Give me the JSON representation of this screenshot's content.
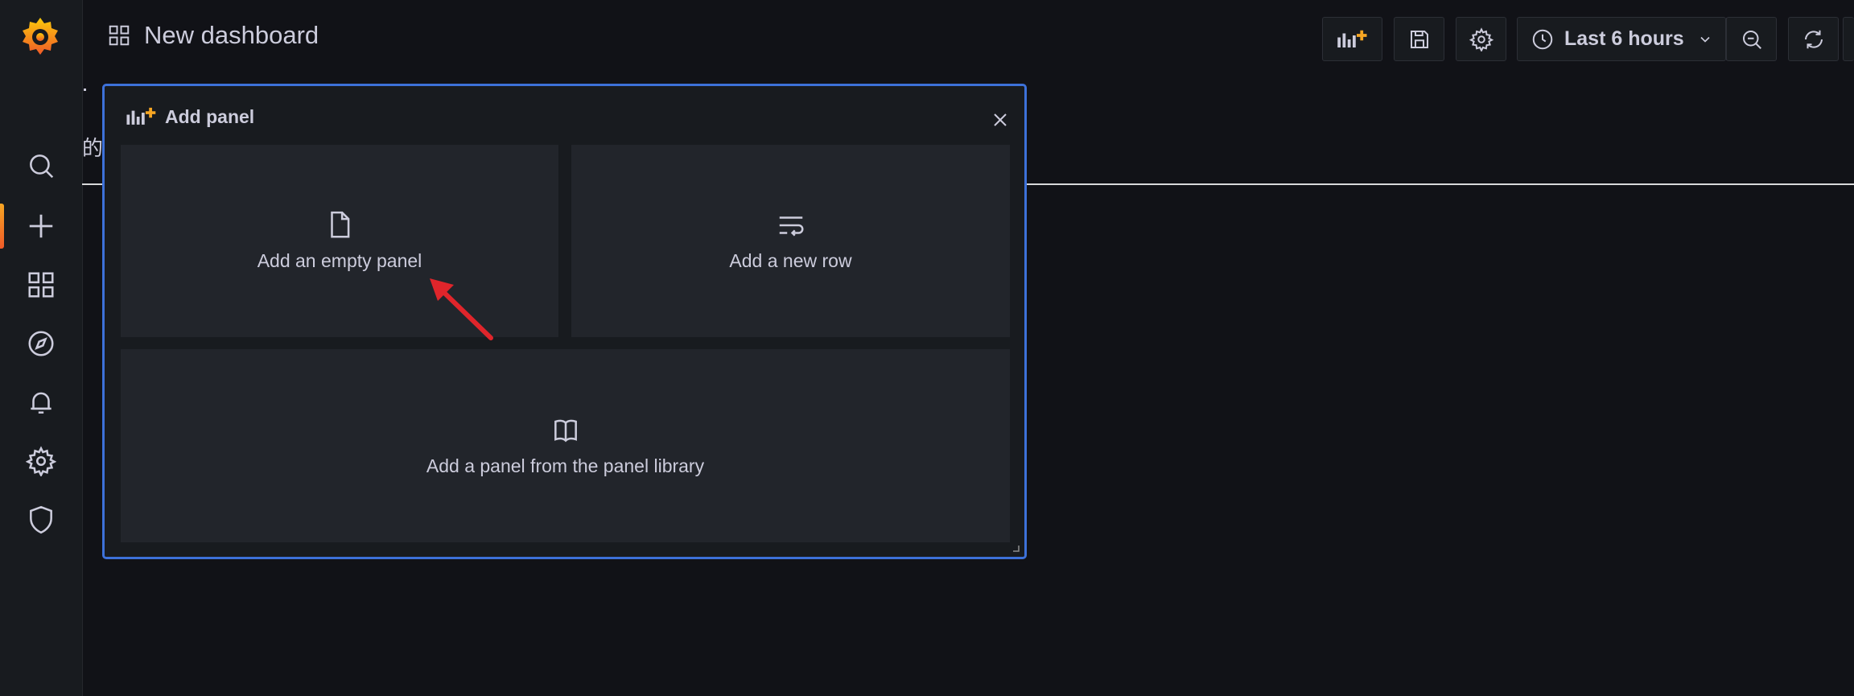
{
  "topbar": {
    "title": "New dashboard",
    "time_range": "Last 6 hours"
  },
  "background": {
    "partial_glyph": "的"
  },
  "add_panel": {
    "title": "Add panel",
    "options": {
      "empty": "Add an empty panel",
      "row": "Add a new row",
      "library": "Add a panel from the panel library"
    }
  },
  "sidebar": {
    "items": [
      {
        "icon": "search-icon"
      },
      {
        "icon": "plus-icon",
        "active": true
      },
      {
        "icon": "dashboards-icon"
      },
      {
        "icon": "compass-icon"
      },
      {
        "icon": "bell-icon"
      },
      {
        "icon": "gear-icon"
      },
      {
        "icon": "shield-icon"
      }
    ]
  },
  "colors": {
    "background": "#111217",
    "panel_border": "#3d71d9",
    "brand_orange": "#f05a28",
    "annotation_arrow": "#e0252b"
  }
}
